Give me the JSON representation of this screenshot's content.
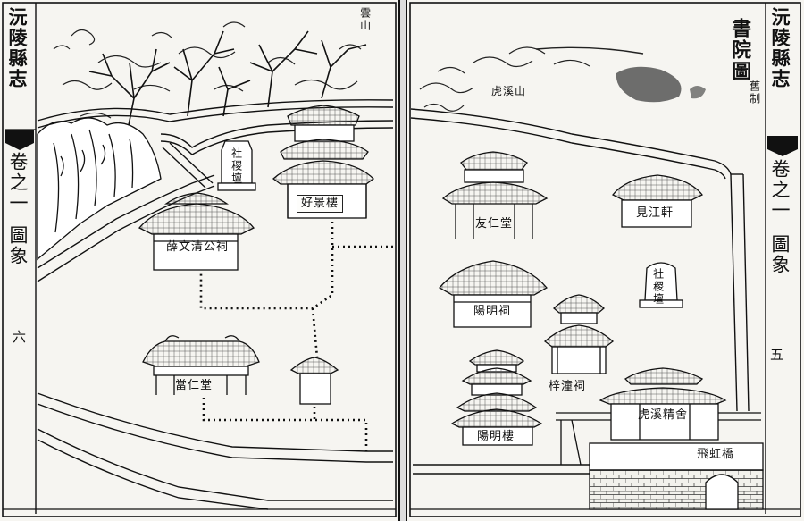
{
  "gazetteer": {
    "left_title": "沅陵縣志",
    "left_volume": "卷之一",
    "left_section": "圖象",
    "left_page": "六",
    "right_title": "沅陵縣志",
    "right_volume": "卷之一",
    "right_section": "圖象",
    "right_page": "五"
  },
  "map": {
    "title": "書院圖",
    "subtitle": "舊制"
  },
  "labels": {
    "yunshan": "雲山",
    "shejitan": "社稷壇",
    "haojinglou": "好景樓",
    "xuewengongci": "薛文清公祠",
    "kuangrentang": "當仁堂",
    "huxishan": "虎溪山",
    "yourentang": "友仁堂",
    "jianjiangxuan": "見江軒",
    "sheyingtan": "社稷壇",
    "yangmingci": "陽明祠",
    "zitongci": "梓潼祠",
    "yangminglou": "陽明樓",
    "huxijingshe": "虎溪精舍",
    "feihongqiao": "飛虹橋"
  }
}
